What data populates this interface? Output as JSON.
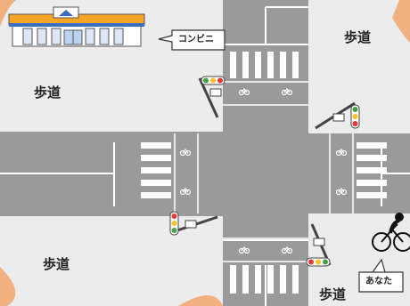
{
  "labels": {
    "sidewalk_top_left": "歩道",
    "sidewalk_top_right": "歩道",
    "sidewalk_bottom_left": "歩道",
    "sidewalk_bottom_right": "歩道",
    "convenience_store_bubble": "コンビニ",
    "you_bubble": "あなた"
  },
  "colors": {
    "road": "#9a9a9a",
    "sidewalk": "#ececec",
    "curb": "#f0b080",
    "lane_marking": "#ffffff",
    "store_roof": "#f5a523",
    "store_stripe": "#3c6fbf",
    "signal_red": "#e53935",
    "signal_yellow": "#fbc02d",
    "signal_green": "#43a047"
  },
  "icons": {
    "store": "convenience-store-icon",
    "cyclist": "cyclist-icon",
    "traffic_signal": "traffic-signal-icon",
    "bicycle_mark": "bicycle-road-mark-icon"
  }
}
